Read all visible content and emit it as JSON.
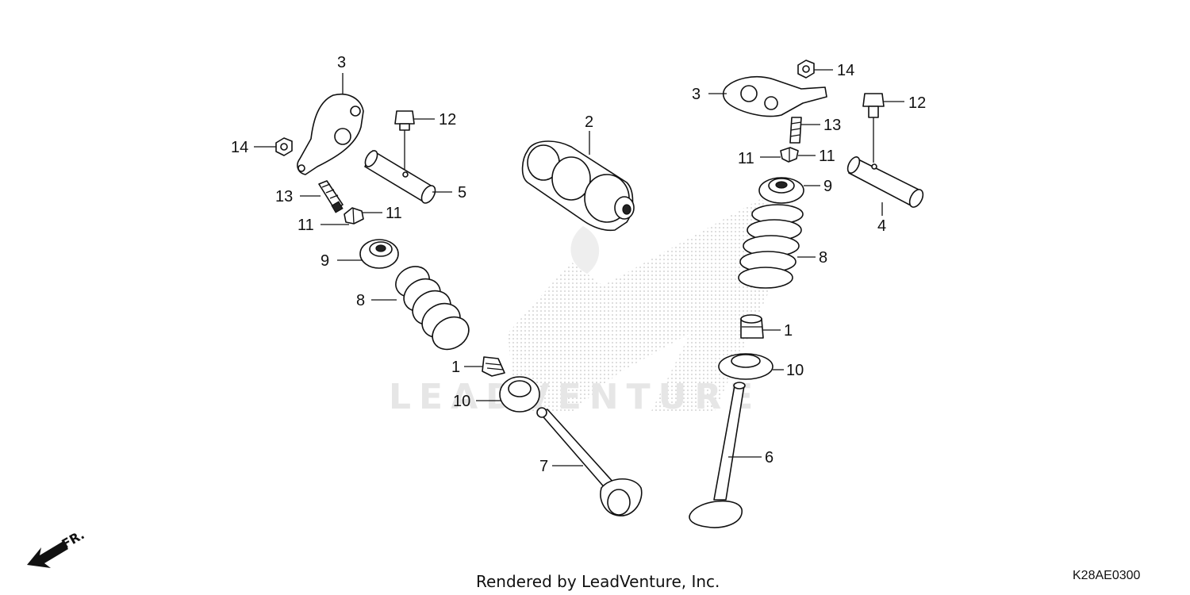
{
  "diagram": {
    "callouts": {
      "rocker_arm_left": "3",
      "rocker_arm_right": "3",
      "nut_left": "14",
      "nut_right": "14",
      "bolt_left": "12",
      "bolt_right": "12",
      "camshaft": "2",
      "shaft_left": "5",
      "shaft_right": "4",
      "adjust_screw_left": "13",
      "adjust_screw_right": "13",
      "cotter_left_a": "11",
      "cotter_left_b": "11",
      "cotter_right_a": "11",
      "cotter_right_b": "11",
      "retainer_left": "9",
      "retainer_right": "9",
      "spring_left": "8",
      "spring_right": "8",
      "stem_seal_left": "1",
      "stem_seal_right": "1",
      "seat_left": "10",
      "seat_right": "10",
      "valve_left": "7",
      "valve_right": "6"
    },
    "direction_label": "FR.",
    "watermark": "LEADVENTURE",
    "footer": "Rendered by LeadVenture, Inc.",
    "diagram_code": "K28AE0300"
  }
}
